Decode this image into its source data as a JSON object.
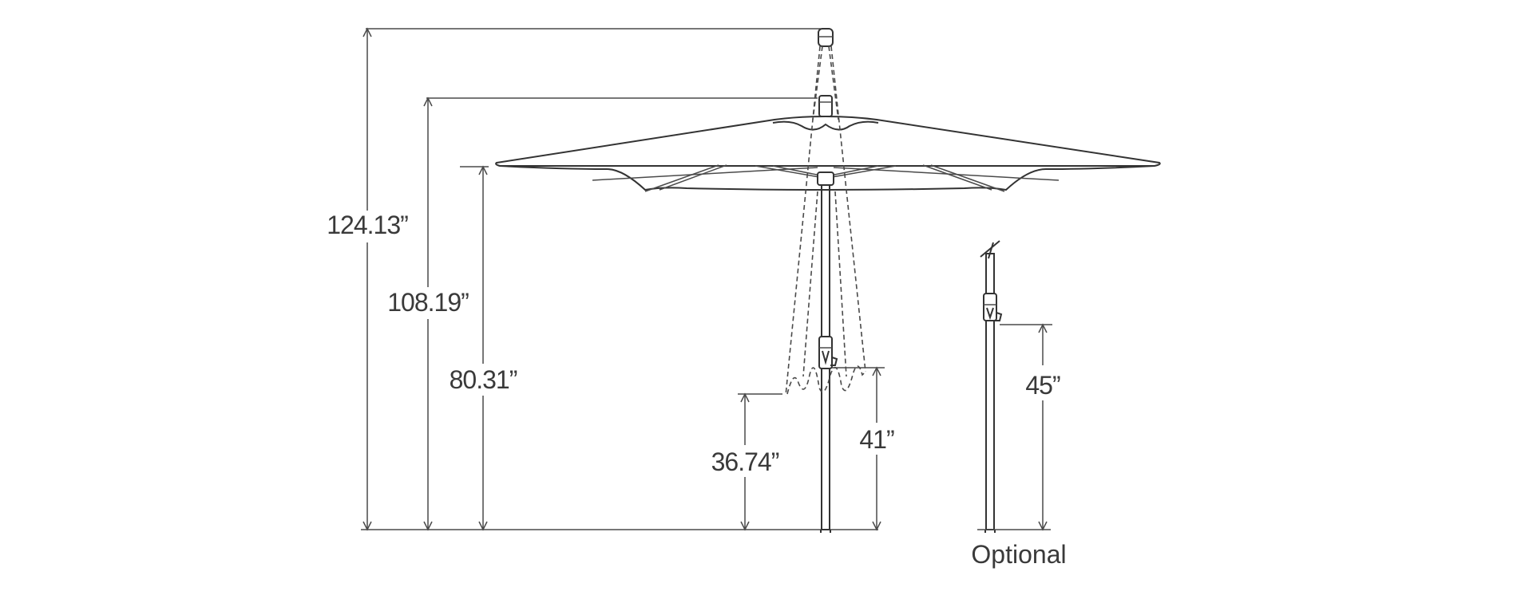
{
  "dimensions": {
    "height_max": "124.13”",
    "height_top": "108.19”",
    "height_canopy": "80.31”",
    "height_open_valance": "36.74”",
    "height_crank": "41”",
    "height_optional_crank": "45”"
  },
  "captions": {
    "optional": "Optional"
  },
  "colors": {
    "line": "#4a4a4a",
    "background": "#ffffff"
  }
}
